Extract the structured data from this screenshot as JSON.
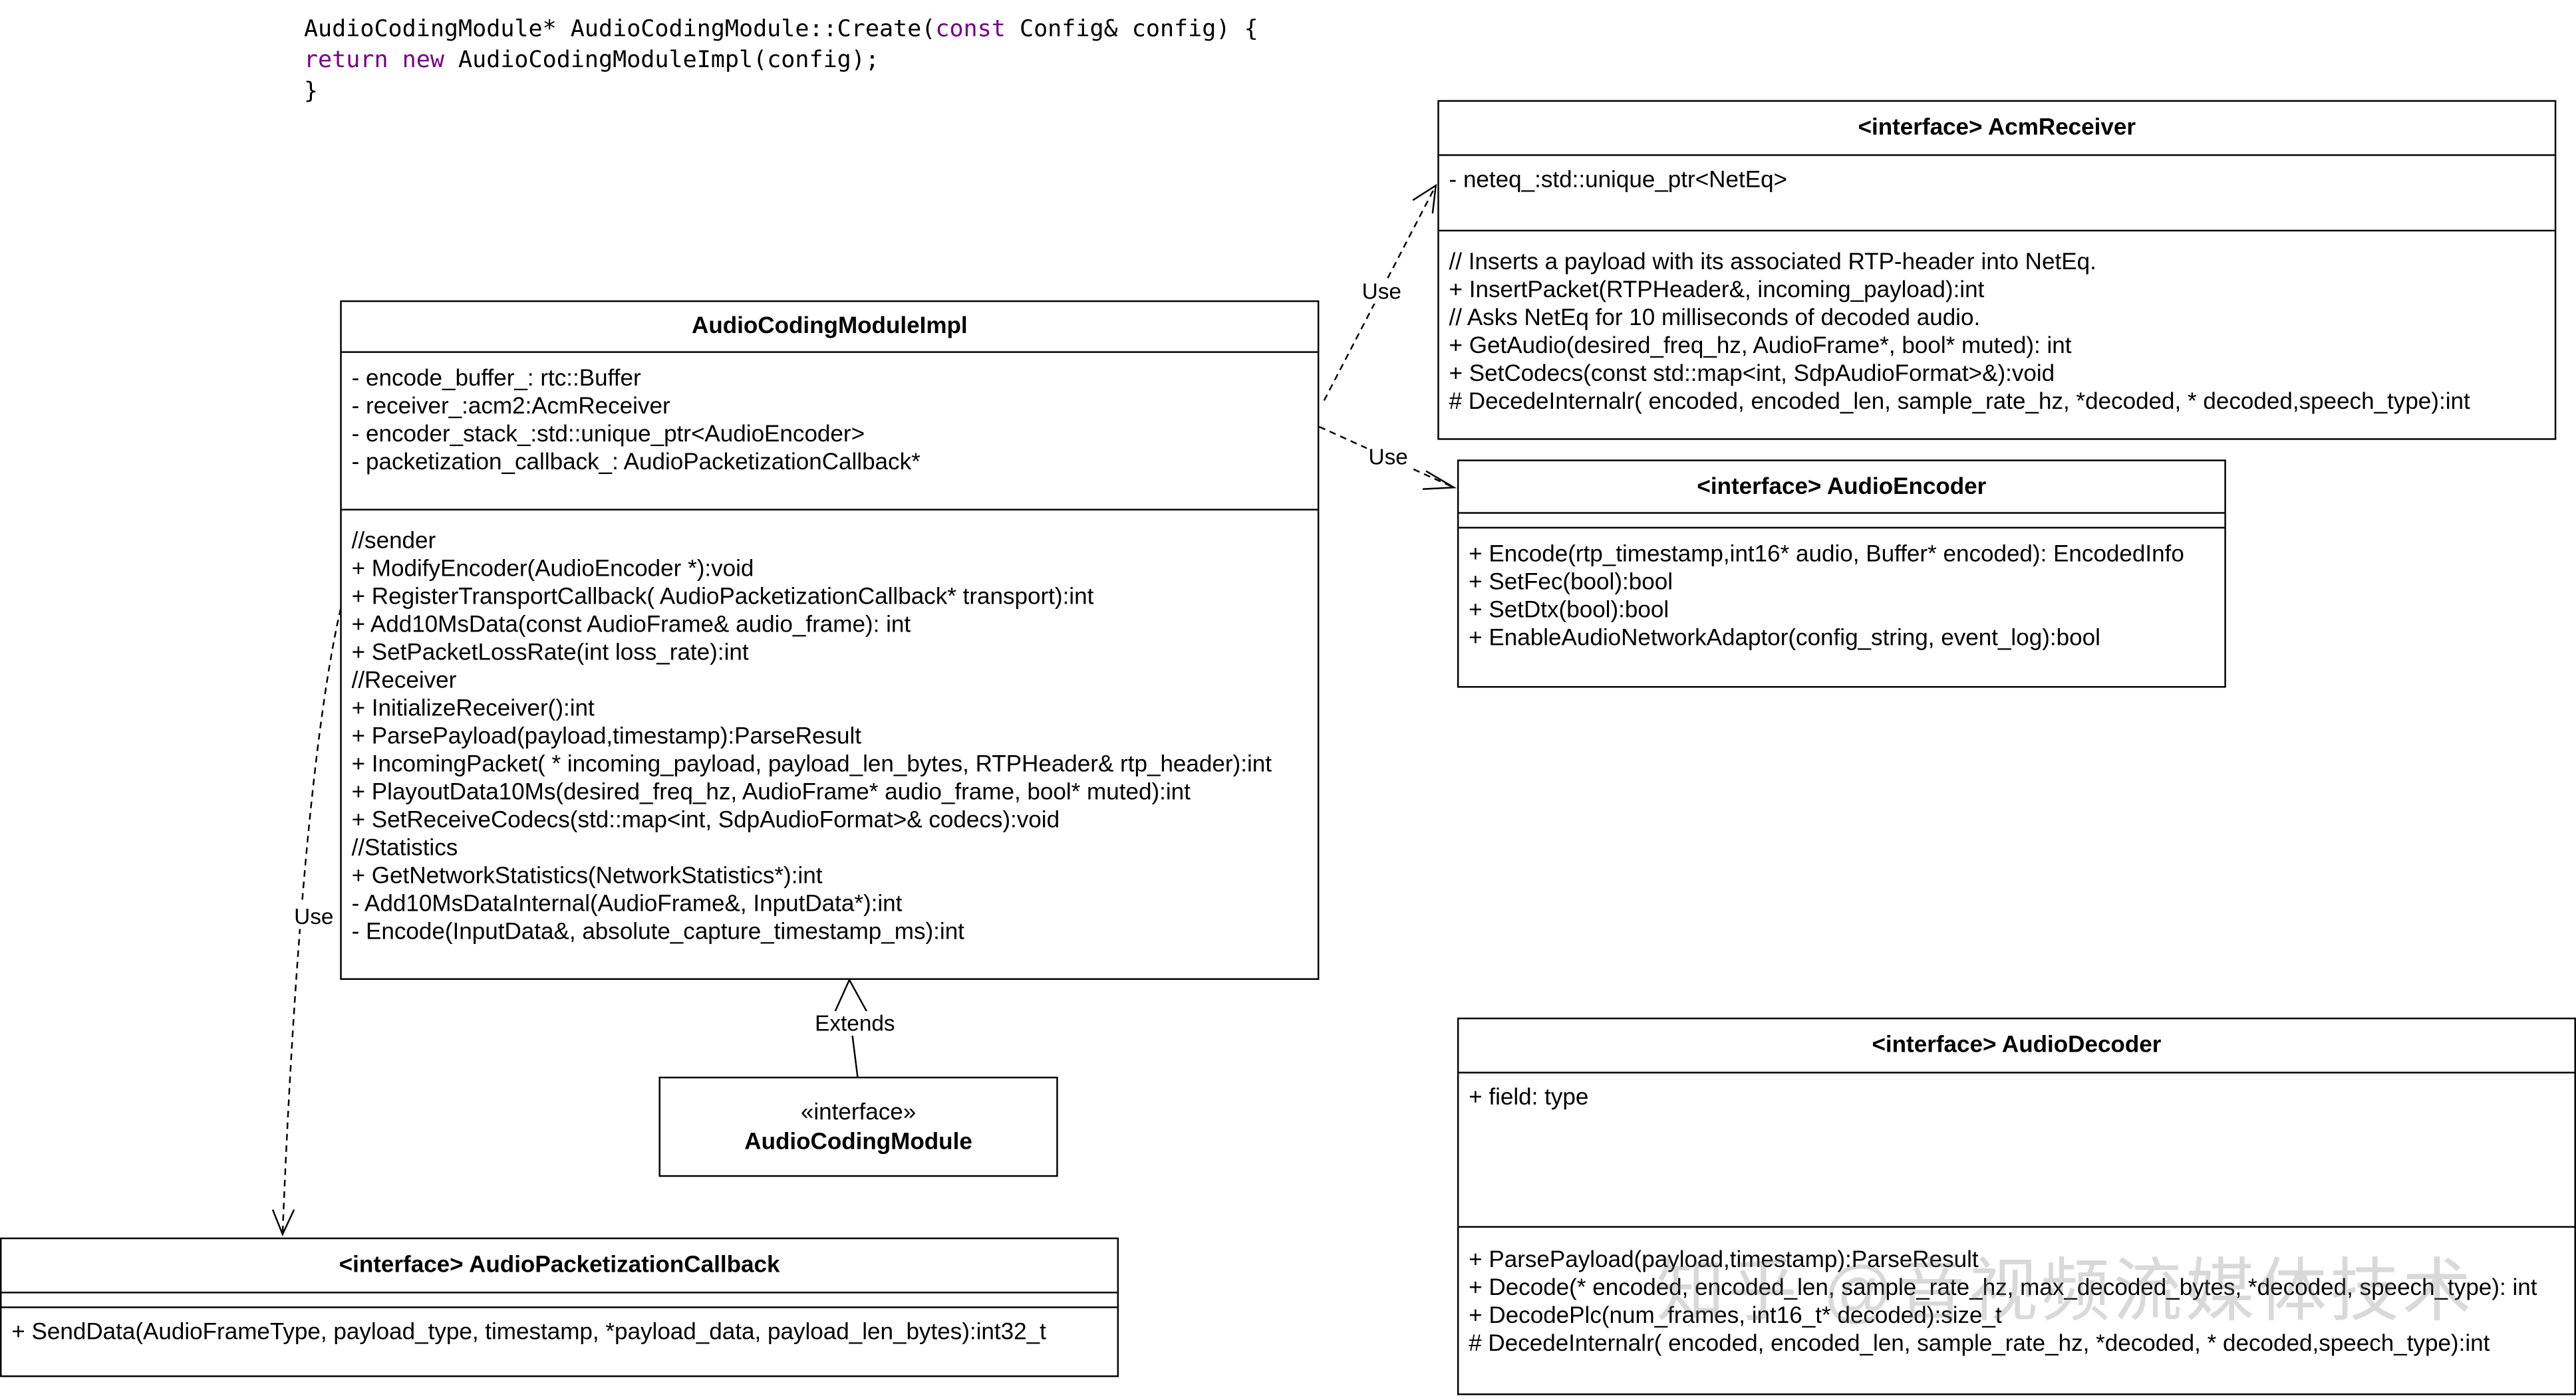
{
  "code": {
    "line1_a": "AudioCodingModule* AudioCodingModule::Create(",
    "line1_kw": "const",
    "line1_b": " Config& config) {",
    "line2_kw1": "return",
    "line2_kw2": "new",
    "line2_b": " AudioCodingModuleImpl(config);",
    "line3": "}"
  },
  "acm_receiver": {
    "title": "<interface>  AcmReceiver",
    "attributes": [
      "- neteq_:std::unique_ptr<NetEq>"
    ],
    "methods": [
      "// Inserts a payload with its associated RTP-header into NetEq.",
      "+ InsertPacket(RTPHeader&, incoming_payload):int",
      "// Asks NetEq for 10 milliseconds of decoded audio.",
      "+ GetAudio(desired_freq_hz, AudioFrame*, bool* muted): int",
      "+ SetCodecs(const std::map<int, SdpAudioFormat>&):void",
      "# DecedeInternalr( encoded, encoded_len, sample_rate_hz, *decoded, * decoded,speech_type):int"
    ]
  },
  "impl": {
    "title": "AudioCodingModuleImpl",
    "attributes": [
      "- encode_buffer_: rtc::Buffer",
      "- receiver_:acm2:AcmReceiver",
      "- encoder_stack_:std::unique_ptr<AudioEncoder>",
      "- packetization_callback_: AudioPacketizationCallback*"
    ],
    "methods": [
      "//sender",
      "+ ModifyEncoder(AudioEncoder *):void",
      "+ RegisterTransportCallback( AudioPacketizationCallback* transport):int",
      "+ Add10MsData(const AudioFrame& audio_frame): int",
      "+ SetPacketLossRate(int loss_rate):int",
      "//Receiver",
      "+ InitializeReceiver():int",
      "+ ParsePayload(payload,timestamp):ParseResult",
      "+ IncomingPacket( * incoming_payload, payload_len_bytes, RTPHeader& rtp_header):int",
      "+ PlayoutData10Ms(desired_freq_hz, AudioFrame* audio_frame, bool* muted):int",
      "+ SetReceiveCodecs(std::map<int, SdpAudioFormat>& codecs):void",
      "//Statistics",
      "+ GetNetworkStatistics(NetworkStatistics*):int",
      "- Add10MsDataInternal(AudioFrame&, InputData*):int",
      "- Encode(InputData&, absolute_capture_timestamp_ms):int"
    ]
  },
  "encoder": {
    "title": "<interface> AudioEncoder",
    "methods": [
      "+ Encode(rtp_timestamp,int16* audio, Buffer* encoded): EncodedInfo",
      "+ SetFec(bool):bool",
      "+ SetDtx(bool):bool",
      "+ EnableAudioNetworkAdaptor(config_string, event_log):bool"
    ]
  },
  "acm": {
    "stereotype": "«interface»",
    "title": "AudioCodingModule"
  },
  "decoder": {
    "title": "<interface> AudioDecoder",
    "attributes": [
      "+ field: type"
    ],
    "methods": [
      "+ ParsePayload(payload,timestamp):ParseResult",
      "+ Decode(* encoded, encoded_len, sample_rate_hz, max_decoded_bytes, *decoded, speech_type): int",
      "+ DecodePlc(num_frames, int16_t* decoded):size_t",
      "# DecedeInternalr( encoded, encoded_len, sample_rate_hz, *decoded, * decoded,speech_type):int"
    ]
  },
  "callback": {
    "title": "<interface> AudioPacketizationCallback",
    "methods": [
      "+ SendData(AudioFrameType, payload_type, timestamp, *payload_data, payload_len_bytes):int32_t"
    ]
  },
  "edges": {
    "use_receiver": "Use",
    "use_encoder": "Use",
    "use_callback": "Use",
    "extends": "Extends"
  },
  "watermark": "知乎 @音视频流媒体技术"
}
